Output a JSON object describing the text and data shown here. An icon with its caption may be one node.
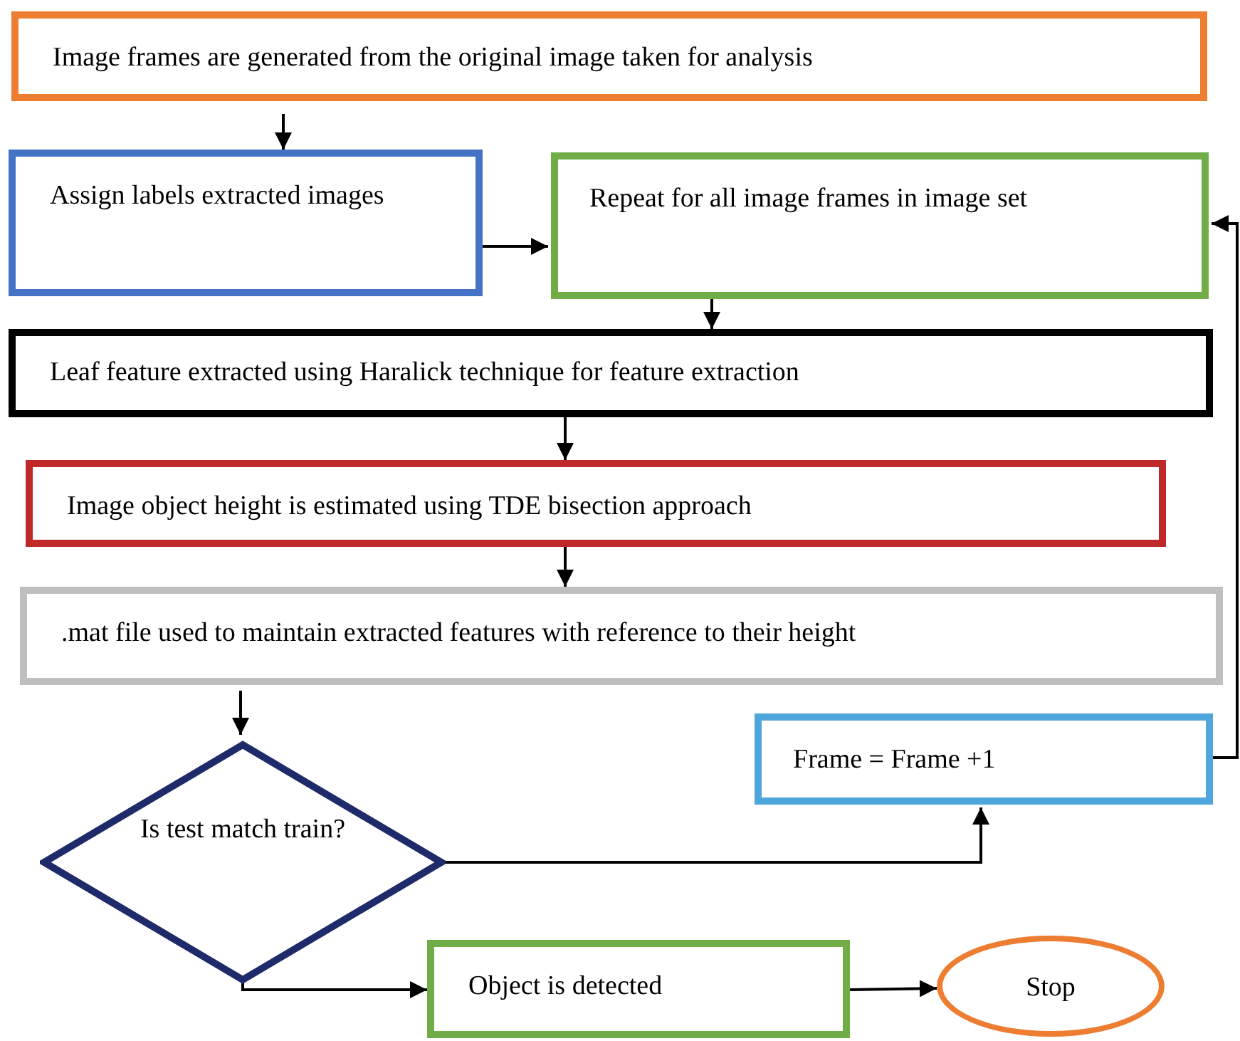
{
  "diagram": {
    "nodes": [
      {
        "text": [
          "Image frames are generated from the original image taken for analysis"
        ]
      },
      {
        "text": [
          "Assign labels extracted images"
        ]
      },
      {
        "text": [
          "Repeat for all image frames in image set"
        ]
      },
      {
        "text": [
          "Leaf feature extracted using Haralick technique for feature extraction"
        ]
      },
      {
        "text": [
          "Image object height is estimated using TDE bisection approach"
        ]
      },
      {
        "text": [
          ".mat file used to maintain extracted features with reference to their height"
        ]
      },
      {
        "text": [
          "Is test match train?"
        ]
      },
      {
        "text": [
          "Frame = Frame +1"
        ]
      },
      {
        "text": [
          "Object is detected"
        ]
      },
      {
        "text": [
          "Stop"
        ]
      }
    ],
    "edges": [
      {
        "from": 0,
        "to": 1,
        "arrow": "to"
      },
      {
        "from": 1,
        "to": 2,
        "arrow": "to"
      },
      {
        "from": 7,
        "to": 2,
        "arrow": "to"
      },
      {
        "from": 2,
        "to": 3,
        "arrow": "to"
      },
      {
        "from": 3,
        "to": 4,
        "arrow": "to"
      },
      {
        "from": 4,
        "to": 5,
        "arrow": "to"
      },
      {
        "from": 5,
        "to": 6,
        "arrow": "to"
      },
      {
        "from": 6,
        "to": 7,
        "arrow": "to"
      },
      {
        "from": 6,
        "to": 8,
        "arrow": "to"
      },
      {
        "from": 8,
        "to": 9,
        "arrow": "to"
      }
    ]
  }
}
